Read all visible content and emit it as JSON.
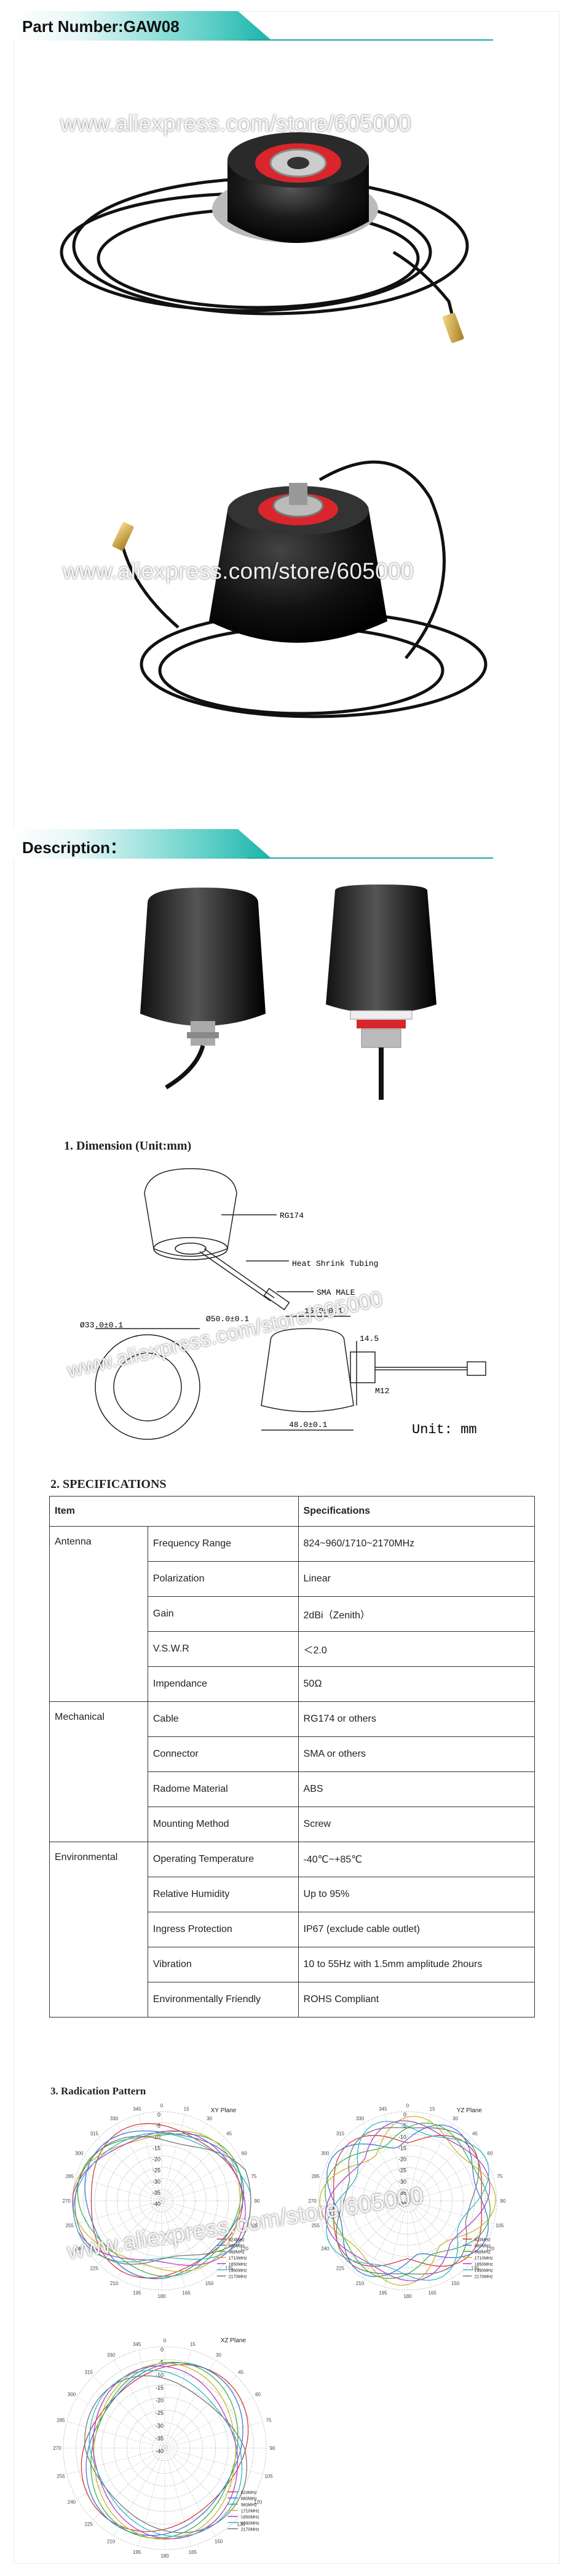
{
  "header": {
    "part_number": "Part Number:GAW08"
  },
  "watermarks": {
    "store_url": "www.aliexpress.com/store/605000",
    "store_url_2": "www.aliexpress.com/store/605000",
    "store_url_3": "www.aliexpress.com/store/605000",
    "store_url_4": "www.aliexpress.com/store/605000"
  },
  "description": {
    "title": "Description："
  },
  "dimension": {
    "title": "1. Dimension (Unit:mm)",
    "labels": {
      "cable": "RG174",
      "tubing": "Heat Shrink Tubing",
      "connector": "SMA MALE",
      "width_top": "15.0±0.1",
      "dia_small": "Ø33.0±0.1",
      "dia_large": "Ø50.0±0.1",
      "height": "14.5",
      "thread": "M12",
      "base_width": "48.0±0.1",
      "unit": "Unit: mm"
    }
  },
  "specs": {
    "title": "2. SPECIFICATIONS",
    "header": {
      "item": "Item",
      "spec": "Specifications"
    },
    "groups": {
      "antenna": {
        "name": "Antenna",
        "rows": [
          {
            "label": "Frequency Range",
            "value": "824~960/1710~2170MHz"
          },
          {
            "label": "Polarization",
            "value": "Linear"
          },
          {
            "label": "Gain",
            "value": "2dBi（Zenith）"
          },
          {
            "label": "V.S.W.R",
            "value": "＜2.0"
          },
          {
            "label": "Impendance",
            "value": "50Ω"
          }
        ]
      },
      "mechanical": {
        "name": "Mechanical",
        "rows": [
          {
            "label": "Cable",
            "value": "RG174 or others"
          },
          {
            "label": "Connector",
            "value": "SMA or others"
          },
          {
            "label": "Radome Material",
            "value": "ABS"
          },
          {
            "label": "Mounting Method",
            "value": "Screw"
          }
        ]
      },
      "environmental": {
        "name": "Environmental",
        "rows": [
          {
            "label": "Operating Temperature",
            "value": "-40℃~+85℃"
          },
          {
            "label": "Relative Humidity",
            "value": "Up to 95%"
          },
          {
            "label": "Ingress Protection",
            "value": "IP67 (exclude cable outlet)"
          },
          {
            "label": "Vibration",
            "value": "10 to 55Hz with 1.5mm amplitude 2hours"
          },
          {
            "label": "Environmentally Friendly",
            "value": "ROHS Compliant"
          }
        ]
      }
    }
  },
  "radiation": {
    "title": "3. Radication Pattern",
    "planes": {
      "xy": "XY Plane",
      "yz": "YZ Plane",
      "xz": "XZ Plane"
    },
    "db_rings": [
      "0",
      "-5",
      "-10",
      "-15",
      "-20",
      "-25",
      "-30",
      "-35",
      "-40"
    ],
    "legend": [
      "824MHz",
      "880MHz",
      "960MHz",
      "1710MHz",
      "1850MHz",
      "1990MHz",
      "2170MHz"
    ],
    "colors": [
      "#d23b3b",
      "#3b78d2",
      "#3bb34a",
      "#c9b52b",
      "#b43bc9",
      "#2bb9c9",
      "#777777"
    ]
  },
  "colors": {
    "accent": "#1bb3a8",
    "antenna_black": "#111111",
    "gasket_red": "#d8262c"
  }
}
